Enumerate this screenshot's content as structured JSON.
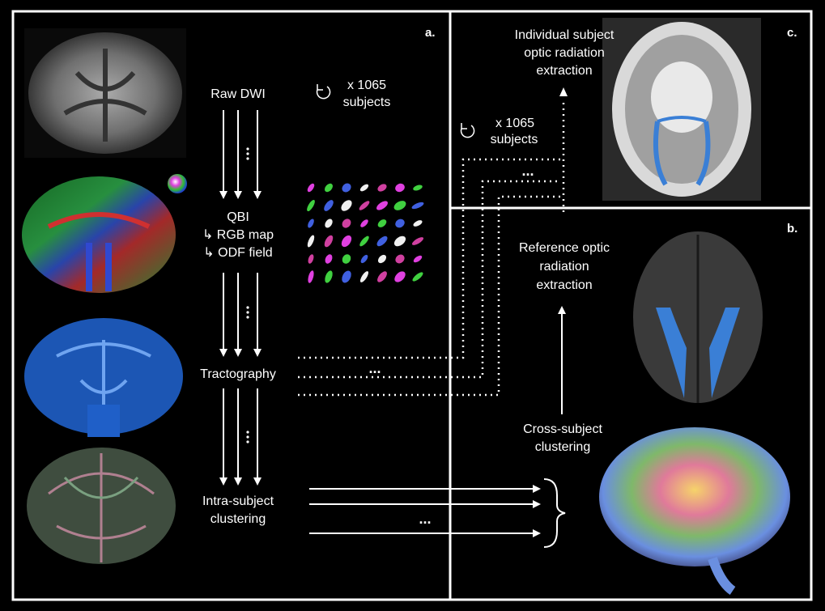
{
  "panels": {
    "a": "a.",
    "b": "b.",
    "c": "c."
  },
  "pipeline": {
    "raw_dwi": "Raw DWI",
    "qbi": "QBI",
    "rgb_map": "↳ RGB map",
    "odf_field": "↳ ODF field",
    "tractography": "Tractography",
    "intra_line1": "Intra-subject",
    "intra_line2": "clustering"
  },
  "repeat_a": {
    "icon": "refresh-icon",
    "count": "x 1065",
    "unit": "subjects"
  },
  "repeat_c": {
    "icon": "refresh-icon",
    "count": "x 1065",
    "unit": "subjects"
  },
  "ellipsis": "...",
  "right": {
    "cross_line1": "Cross-subject",
    "cross_line2": "clustering",
    "ref_line1": "Reference optic",
    "ref_line2": "radiation",
    "ref_line3": "extraction",
    "ind_line1": "Individual subject",
    "ind_line2": "optic radiation",
    "ind_line3": "extraction"
  },
  "colors": {
    "background": "#000000",
    "border": "#ffffff",
    "tract_blue": "#3a7fd6"
  }
}
